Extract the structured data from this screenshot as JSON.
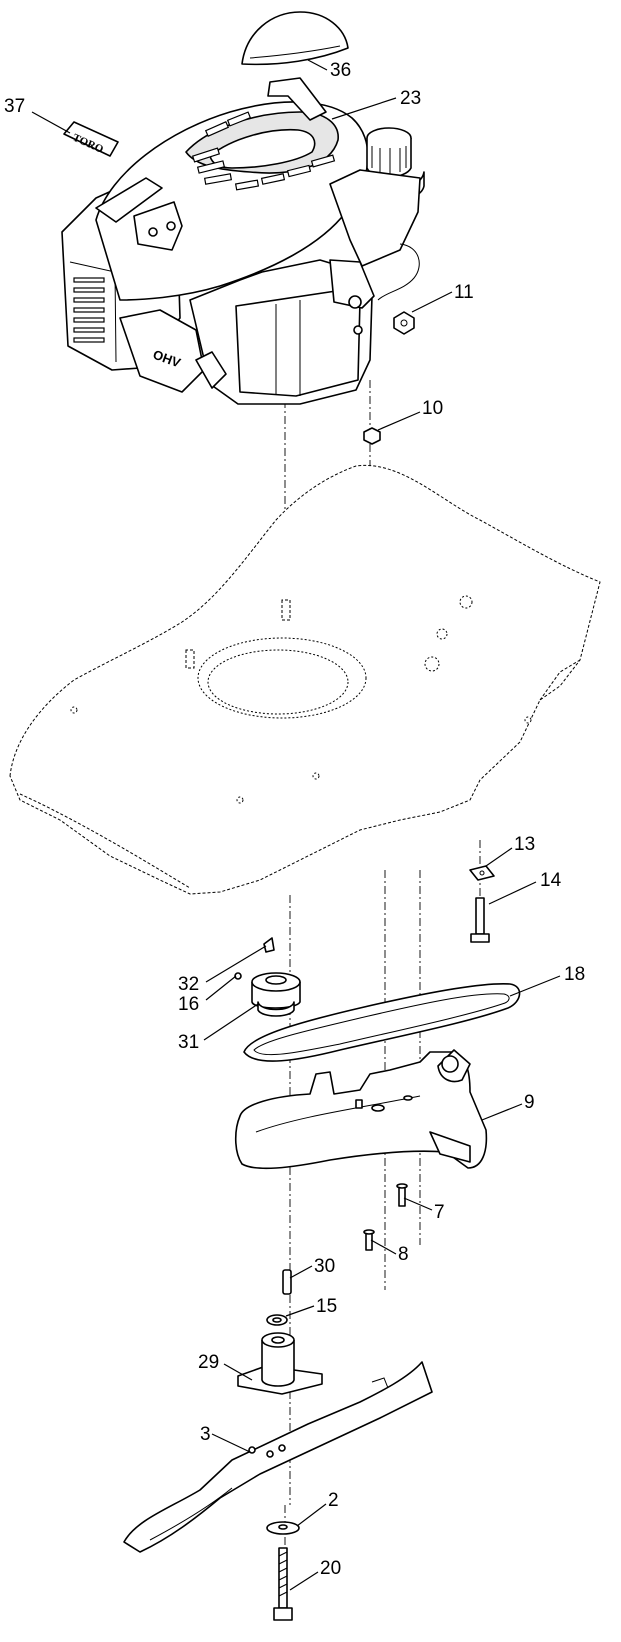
{
  "diagram": {
    "callouts": [
      {
        "id": "c36",
        "label": "36"
      },
      {
        "id": "c37",
        "label": "37"
      },
      {
        "id": "c23",
        "label": "23"
      },
      {
        "id": "c11",
        "label": "11"
      },
      {
        "id": "c10",
        "label": "10"
      },
      {
        "id": "c13",
        "label": "13"
      },
      {
        "id": "c14",
        "label": "14"
      },
      {
        "id": "c18",
        "label": "18"
      },
      {
        "id": "c32",
        "label": "32"
      },
      {
        "id": "c16",
        "label": "16"
      },
      {
        "id": "c31",
        "label": "31"
      },
      {
        "id": "c9",
        "label": "9"
      },
      {
        "id": "c7",
        "label": "7"
      },
      {
        "id": "c8",
        "label": "8"
      },
      {
        "id": "c30",
        "label": "30"
      },
      {
        "id": "c15",
        "label": "15"
      },
      {
        "id": "c29",
        "label": "29"
      },
      {
        "id": "c3",
        "label": "3"
      },
      {
        "id": "c2",
        "label": "2"
      },
      {
        "id": "c20",
        "label": "20"
      }
    ],
    "logo_text": "TORO",
    "engine_badge": "OHV"
  }
}
